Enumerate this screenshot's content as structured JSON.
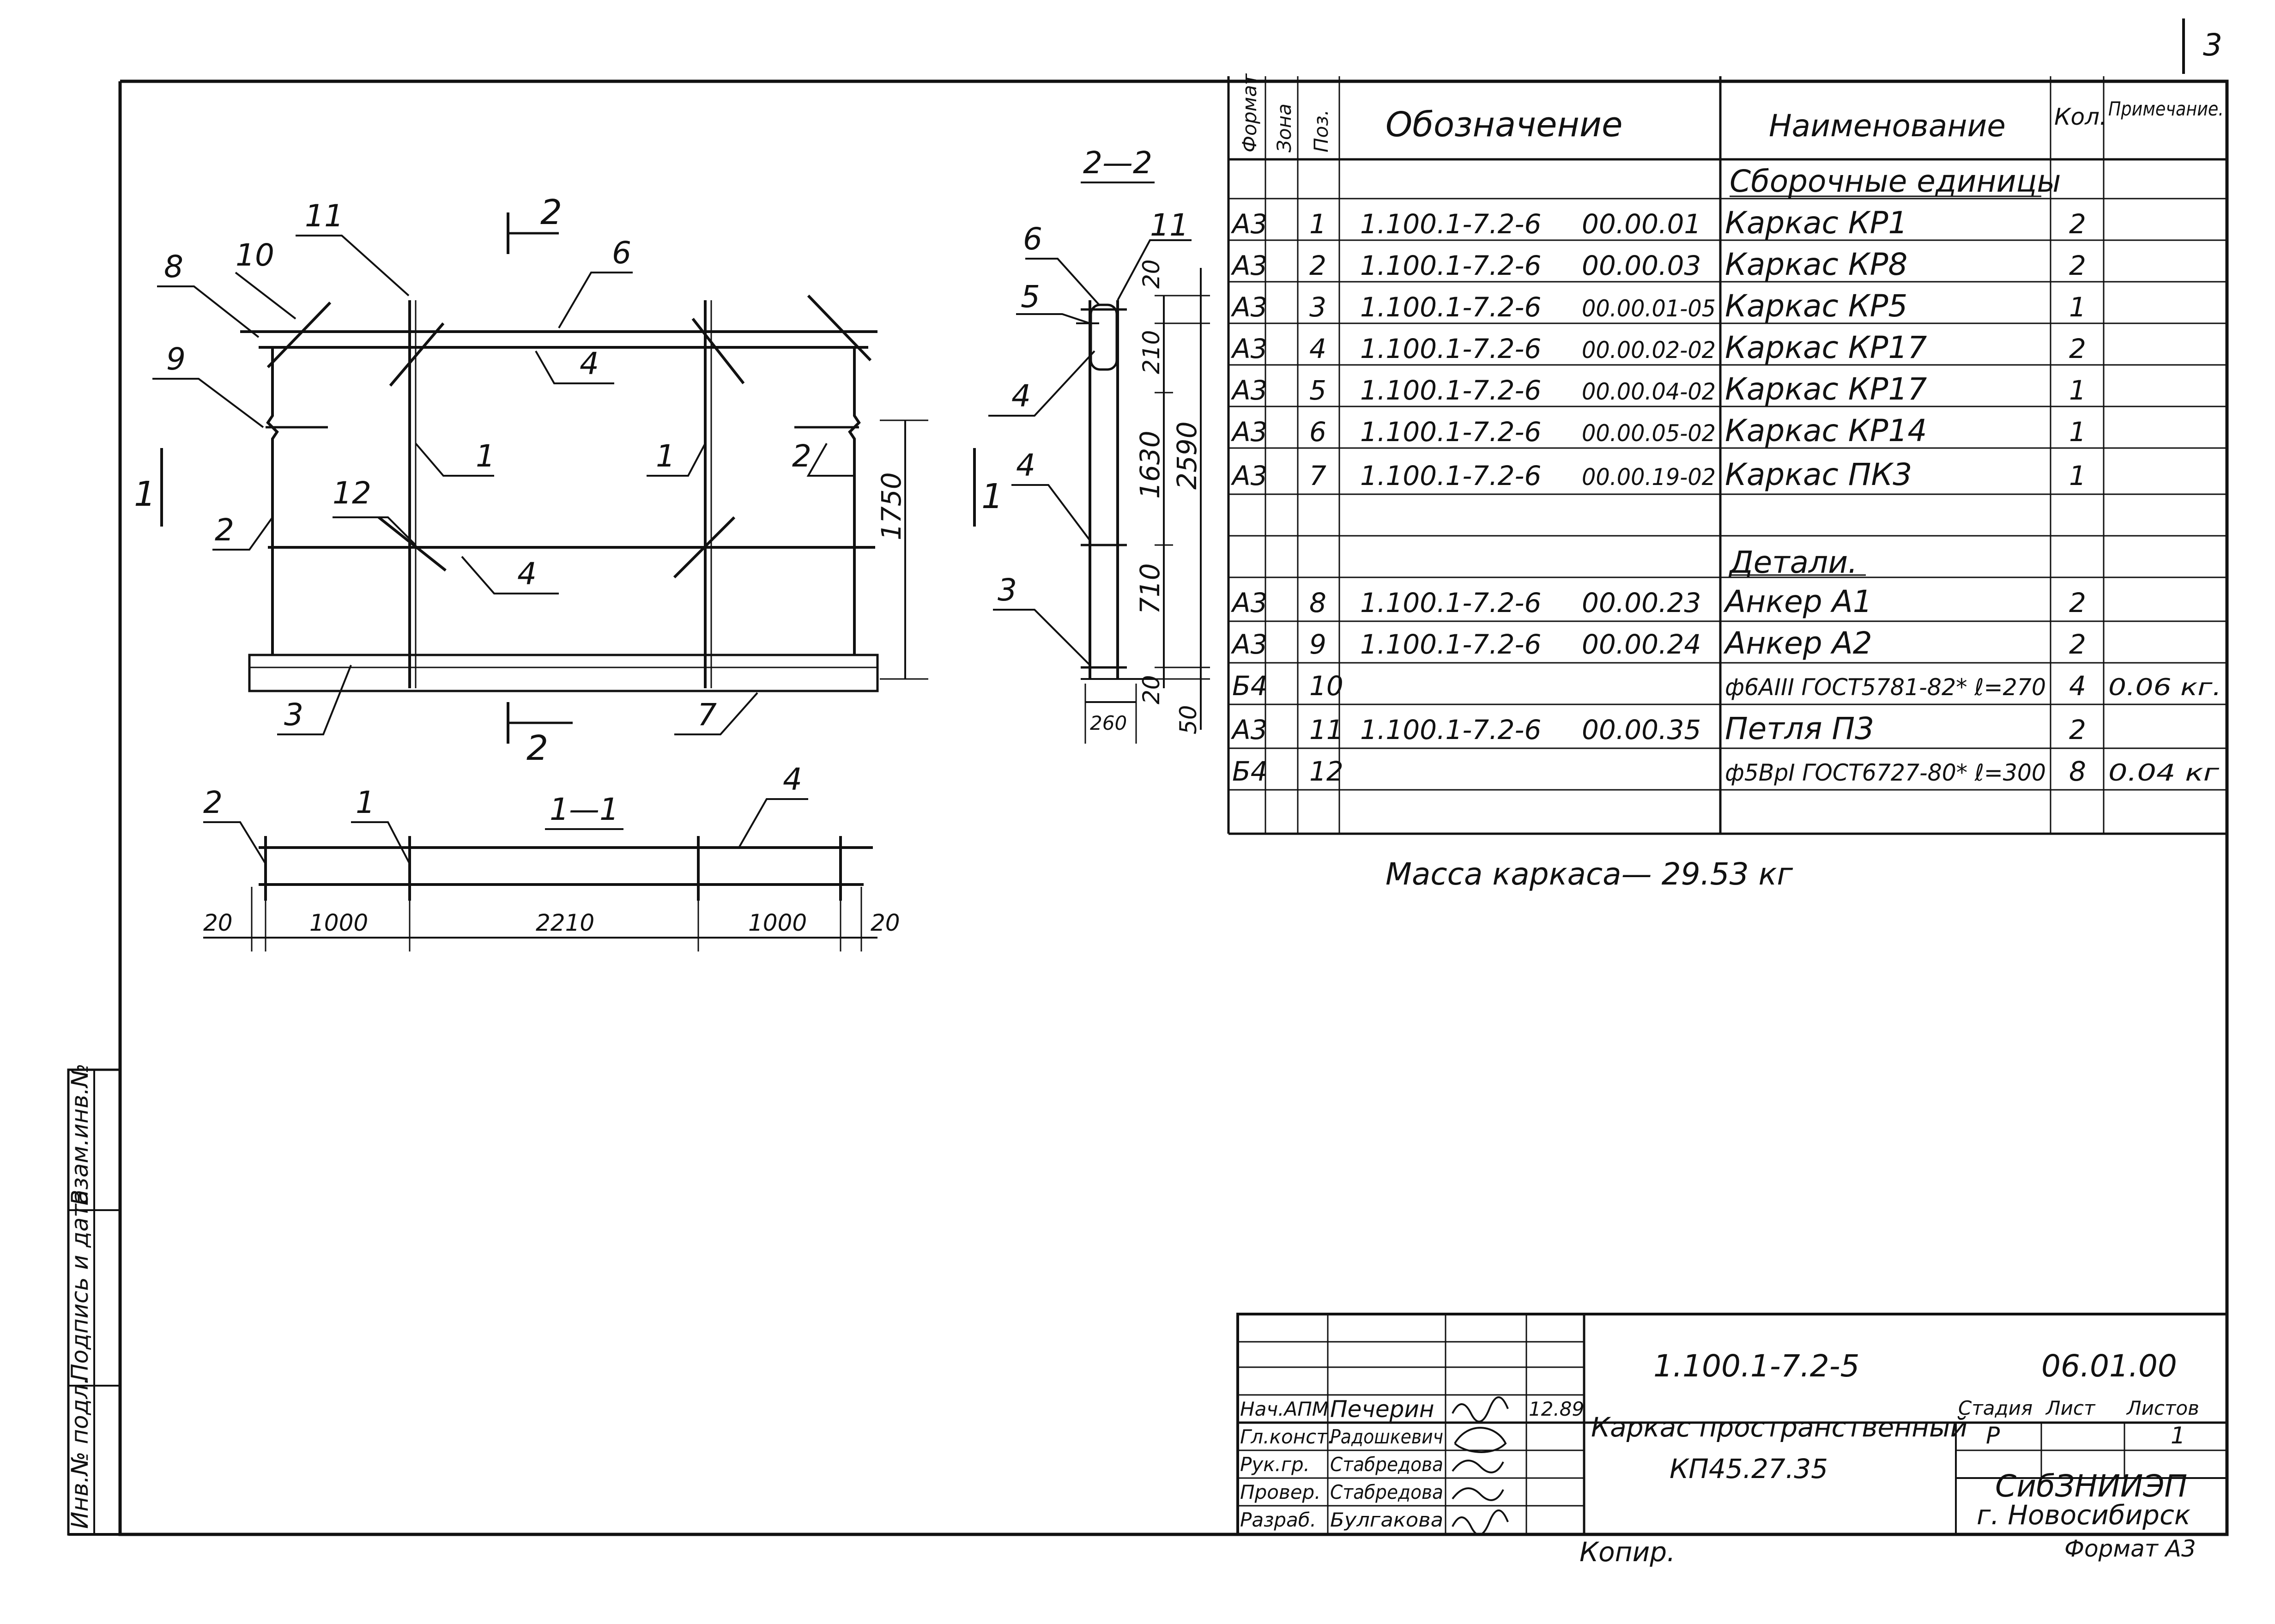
{
  "sheet": {
    "page_number": "3"
  },
  "stamp": {
    "inv_subl": "Инв.№ подл.",
    "sign_date": "Подпись и дата",
    "vzam_inv": "Взам.инв.№"
  },
  "drawing": {
    "section_22": "2—2",
    "section_11": "1—1",
    "cut_mark_1": "1",
    "cut_mark_2": "2",
    "height_1750": "1750",
    "dims_section": [
      "20",
      "210",
      "1630",
      "2590",
      "710",
      "20",
      "50",
      "260"
    ],
    "dims_plan": [
      "20",
      "1000",
      "2210",
      "1000",
      "20"
    ],
    "pos_labels": {
      "p1": "1",
      "p2": "2",
      "p3": "3",
      "p4": "4",
      "p5": "5",
      "p6": "6",
      "p7": "7",
      "p8": "8",
      "p9": "9",
      "p10": "10",
      "p11": "11",
      "p12": "12"
    }
  },
  "spec": {
    "headers": {
      "format": "Формат",
      "zone": "Зона",
      "pos": "Поз.",
      "designation": "Обозначение",
      "name": "Наименование",
      "qty": "Кол.",
      "note": "Примечание."
    },
    "section_assembly": "Сборочные единицы",
    "section_details": "Детали.",
    "rows": [
      {
        "format": "А3",
        "pos": "1",
        "code": "1.100.1-7.2-6",
        "sub": "00.00.01",
        "name": "Каркас КР1",
        "qty": "2",
        "note": ""
      },
      {
        "format": "А3",
        "pos": "2",
        "code": "1.100.1-7.2-6",
        "sub": "00.00.03",
        "name": "Каркас КР8",
        "qty": "2",
        "note": ""
      },
      {
        "format": "А3",
        "pos": "3",
        "code": "1.100.1-7.2-6",
        "sub": "00.00.01-05",
        "name": "Каркас КР5",
        "qty": "1",
        "note": ""
      },
      {
        "format": "А3",
        "pos": "4",
        "code": "1.100.1-7.2-6",
        "sub": "00.00.02-02",
        "name": "Каркас КР17",
        "qty": "2",
        "note": ""
      },
      {
        "format": "А3",
        "pos": "5",
        "code": "1.100.1-7.2-6",
        "sub": "00.00.04-02",
        "name": "Каркас КР17",
        "qty": "1",
        "note": ""
      },
      {
        "format": "А3",
        "pos": "6",
        "code": "1.100.1-7.2-6",
        "sub": "00.00.05-02",
        "name": "Каркас КР14",
        "qty": "1",
        "note": ""
      },
      {
        "format": "А3",
        "pos": "7",
        "code": "1.100.1-7.2-6",
        "sub": "00.00.19-02",
        "name": "Каркас ПК3",
        "qty": "1",
        "note": ""
      },
      {
        "format": "А3",
        "pos": "8",
        "code": "1.100.1-7.2-6",
        "sub": "00.00.23",
        "name": "Анкер А1",
        "qty": "2",
        "note": ""
      },
      {
        "format": "А3",
        "pos": "9",
        "code": "1.100.1-7.2-6",
        "sub": "00.00.24",
        "name": "Анкер А2",
        "qty": "2",
        "note": ""
      },
      {
        "format": "Б4",
        "pos": "10",
        "code": "",
        "sub": "",
        "name": "ф6АIII ГОСТ5781-82* ℓ=270",
        "qty": "4",
        "note": "0.06 кг."
      },
      {
        "format": "А3",
        "pos": "11",
        "code": "1.100.1-7.2-6",
        "sub": "00.00.35",
        "name": "Петля П3",
        "qty": "2",
        "note": ""
      },
      {
        "format": "Б4",
        "pos": "12",
        "code": "",
        "sub": "",
        "name": "ф5ВрI ГОСТ6727-80* ℓ=300",
        "qty": "8",
        "note": "0.04 кг"
      }
    ]
  },
  "mass_note": "Масса каркаса— 29.53 кг",
  "title_block": {
    "doc_code": "1.100.1-7.2-5",
    "doc_suffix": "06.01.00",
    "title_line1": "Каркас пространственный",
    "title_line2": "КП45.27.35",
    "stage_label": "Стадия",
    "sheet_label": "Лист",
    "sheets_label": "Листов",
    "stage": "Р",
    "sheet": "",
    "sheets": "1",
    "org_line1": "СибЗНИИЭП",
    "org_line2": "г. Новосибирск",
    "date": "12.89",
    "people": [
      {
        "role": "Нач.АПМ",
        "name": "Печерин"
      },
      {
        "role": "Гл.конст.",
        "name": "Радошкевич"
      },
      {
        "role": "Рук.гр.",
        "name": "Стабредова"
      },
      {
        "role": "Провер.",
        "name": "Стабредова"
      },
      {
        "role": "Разраб.",
        "name": "Булгакова"
      }
    ]
  },
  "footer": {
    "copy": "Копир.",
    "format_label": "Формат А3"
  }
}
